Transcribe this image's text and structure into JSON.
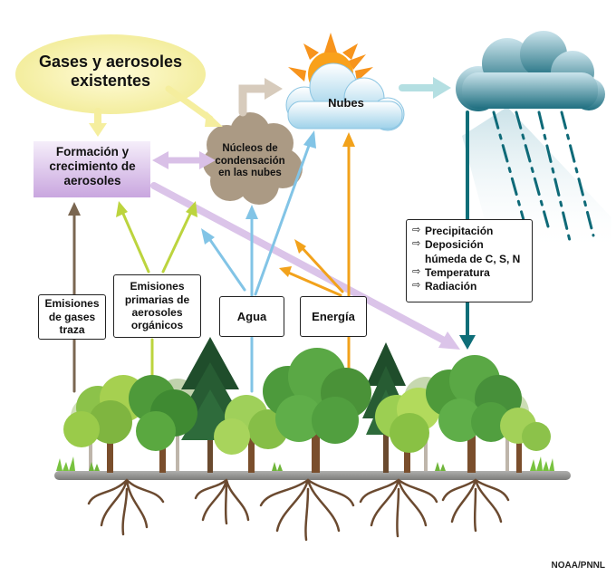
{
  "labels": {
    "existing": "Gases y aerosoles existentes",
    "formation": "Formación y crecimiento de aerosoles",
    "nuclei": "Núcleos de condensación en las nubes",
    "clouds": "Nubes"
  },
  "boxes": {
    "trace_gases": "Emisiones de gases traza",
    "organic_aerosols": "Emisiones primarias de aerosoles orgánicos",
    "water": "Agua",
    "energy": "Energía"
  },
  "effects": [
    "Precipitación",
    "Deposición húmeda de C, S, N",
    "Temperatura",
    "Radiación"
  ],
  "credit": "NOAA/PNNL",
  "colors": {
    "yellow": "#f3ec9a",
    "purple": "#d8bee6",
    "brown": "#7a6650",
    "green": "#b9d33a",
    "blue": "#7ec2e6",
    "orange": "#f2a21b",
    "teal": "#0e6e78",
    "cloud_gray": "#a79680",
    "soil": "#8a8a88",
    "root": "#6b4a30"
  }
}
